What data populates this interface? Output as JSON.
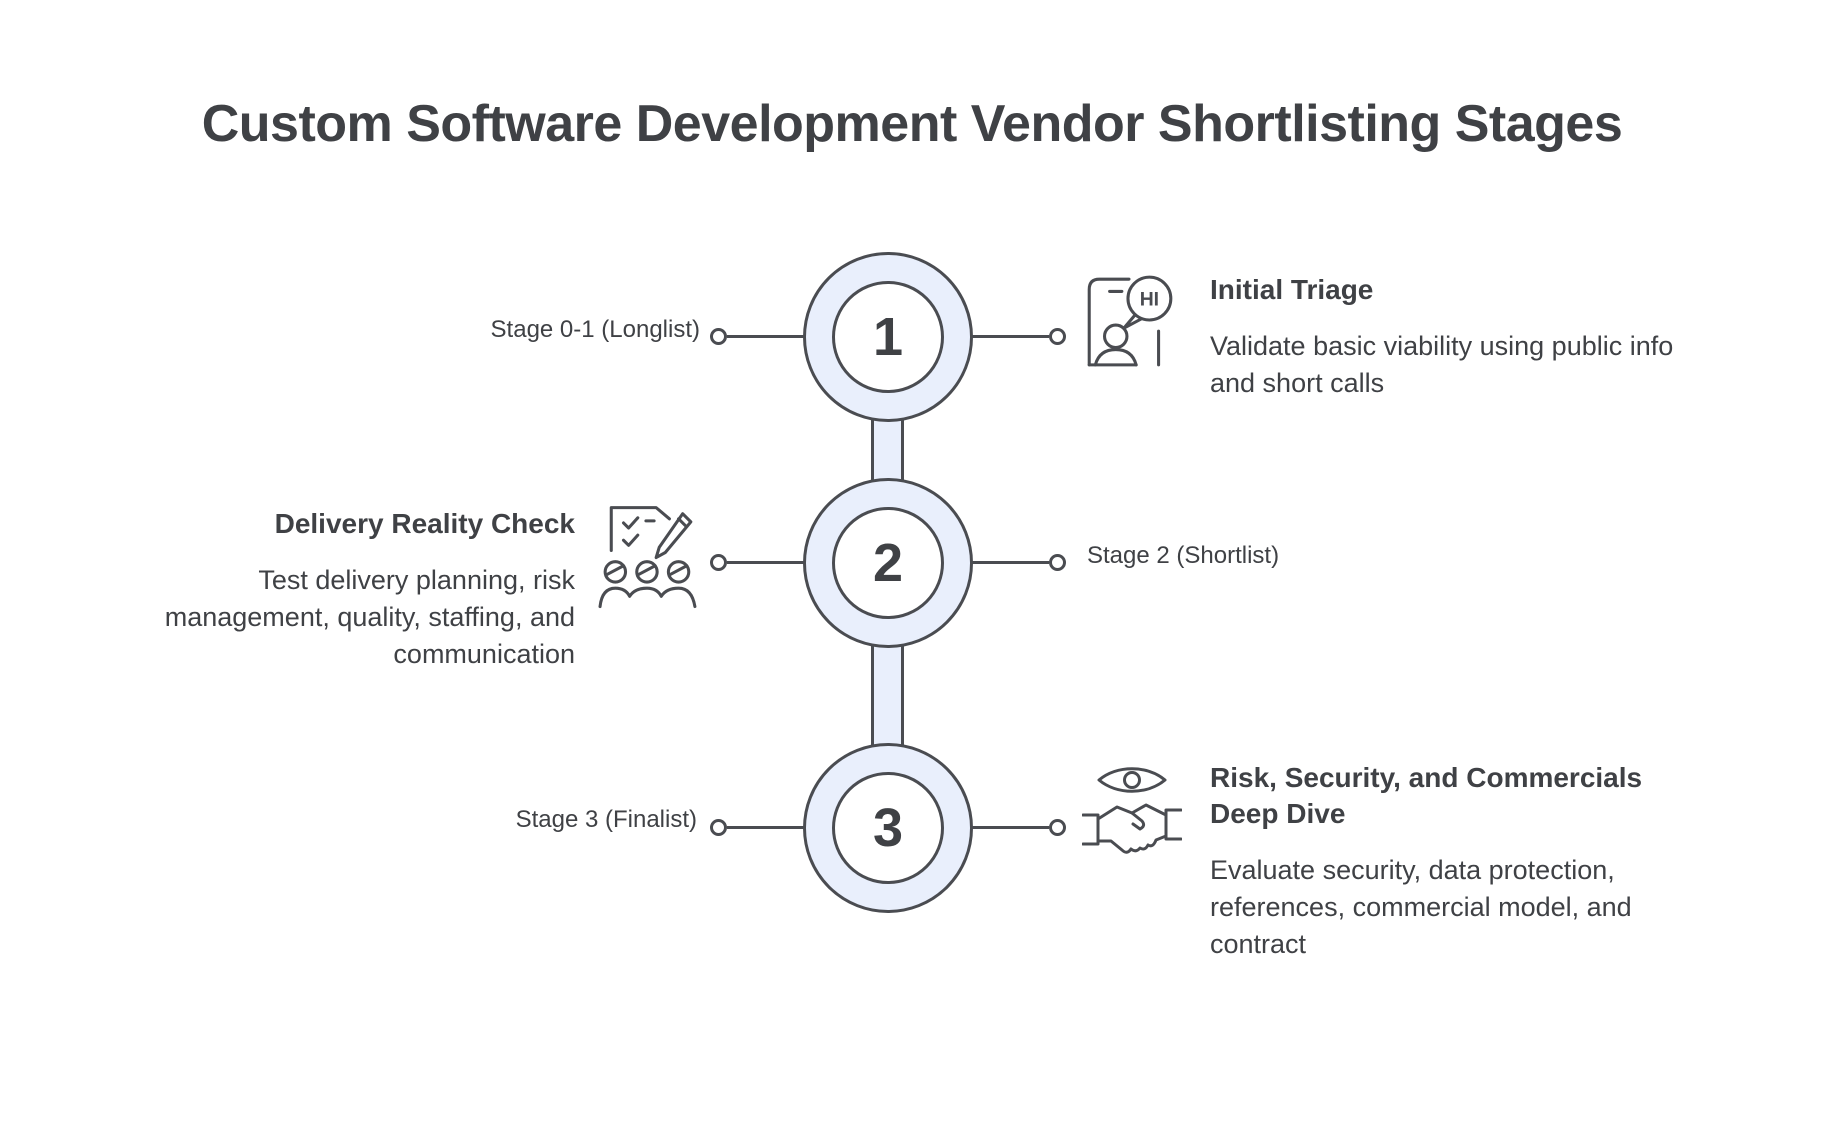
{
  "title": "Custom Software Development Vendor Shortlisting Stages",
  "colors": {
    "ring_fill": "#E9EFFC",
    "stroke": "#4A4C51",
    "ink": "#3F4145",
    "background": "#FFFFFF"
  },
  "stages": [
    {
      "number": "1",
      "stage_label": "Stage 0-1 (Longlist)",
      "label_side": "left",
      "heading": "Initial Triage",
      "description": "Validate basic viability using public info and short calls",
      "icon": "video-call-greeting-icon",
      "icon_bubble_text": "HI"
    },
    {
      "number": "2",
      "stage_label": "Stage 2 (Shortlist)",
      "label_side": "right",
      "heading": "Delivery Reality Check",
      "description": "Test delivery planning, risk management, quality, staffing, and communication",
      "icon": "checklist-team-icon"
    },
    {
      "number": "3",
      "stage_label": "Stage 3 (Finalist)",
      "label_side": "left",
      "heading": "Risk, Security, and Commercials Deep Dive",
      "description": "Evaluate security, data protection, references, commercial model, and contract",
      "icon": "eye-handshake-icon"
    }
  ]
}
